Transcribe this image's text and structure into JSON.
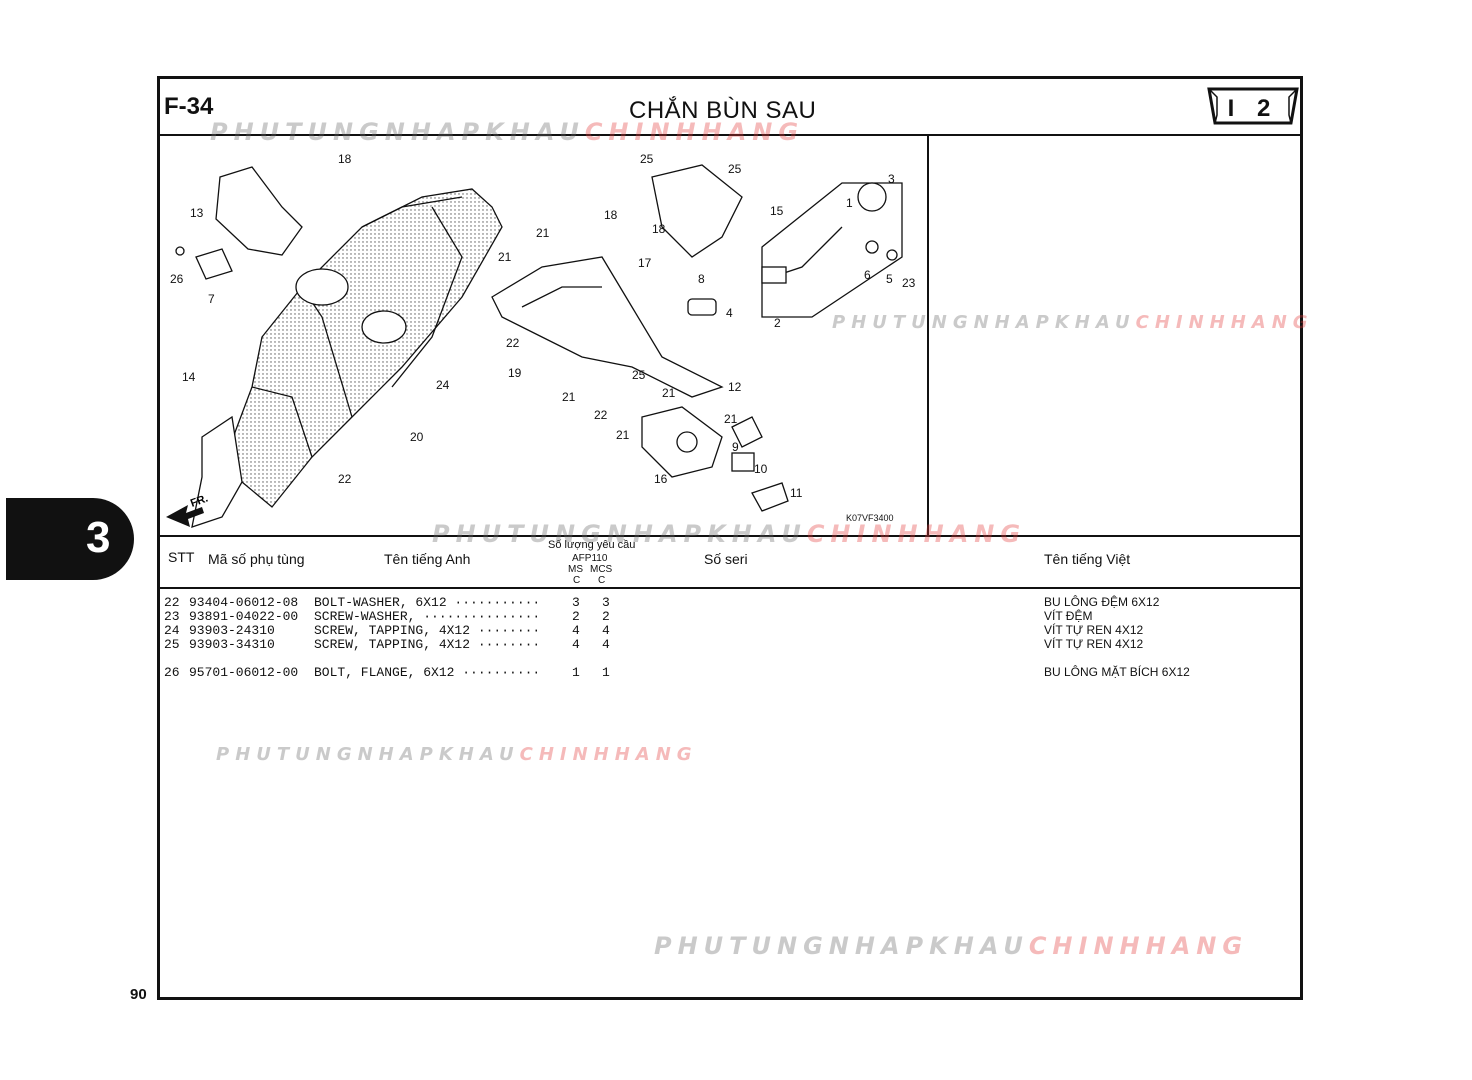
{
  "header": {
    "code": "F-34",
    "title": "CHẮN BÙN SAU",
    "badge": "I 2"
  },
  "diagram": {
    "ref": "K07VF3400",
    "direction_label": "FR.",
    "callouts": [
      "1",
      "2",
      "3",
      "4",
      "5",
      "6",
      "7",
      "8",
      "9",
      "10",
      "11",
      "12",
      "13",
      "14",
      "15",
      "16",
      "17",
      "18",
      "18",
      "19",
      "20",
      "21",
      "21",
      "21",
      "21",
      "21",
      "21",
      "22",
      "22",
      "22",
      "23",
      "24",
      "25",
      "25",
      "25",
      "26"
    ]
  },
  "table": {
    "headers": {
      "stt": "STT",
      "part_no": "Mã số phụ tùng",
      "english": "Tên tiếng Anh",
      "qty": "Số lượng yêu cầu",
      "model": "AFP110",
      "ms": "MS",
      "mcs": "MCS",
      "c1": "C",
      "c2": "C",
      "serial": "Số seri",
      "vietnamese": "Tên tiếng Việt"
    },
    "rows": [
      {
        "stt": "22",
        "part": "93404-06012-08",
        "name": "BOLT-WASHER, 6X12 ···········",
        "ms": "3",
        "mcs": "3",
        "viet": "BU LÔNG ĐỆM 6X12"
      },
      {
        "stt": "23",
        "part": "93891-04022-00",
        "name": "SCREW-WASHER, ···············",
        "ms": "2",
        "mcs": "2",
        "viet": "VÍT ĐỆM"
      },
      {
        "stt": "24",
        "part": "93903-24310",
        "name": "SCREW, TAPPING, 4X12 ········",
        "ms": "4",
        "mcs": "4",
        "viet": "VÍT TỰ REN 4X12"
      },
      {
        "stt": "25",
        "part": "93903-34310",
        "name": "SCREW, TAPPING, 4X12 ········",
        "ms": "4",
        "mcs": "4",
        "viet": "VÍT TỰ REN 4X12"
      },
      {
        "stt": "26",
        "part": "95701-06012-00",
        "name": "BOLT, FLANGE, 6X12 ··········",
        "ms": "1",
        "mcs": "1",
        "viet": "BU LÔNG MẶT BÍCH 6X12"
      }
    ]
  },
  "watermark": {
    "part_a": "PHUTUNGNHAPKHAU",
    "part_b": "CHINHHANG"
  },
  "chapter": "3",
  "page_number": "90"
}
